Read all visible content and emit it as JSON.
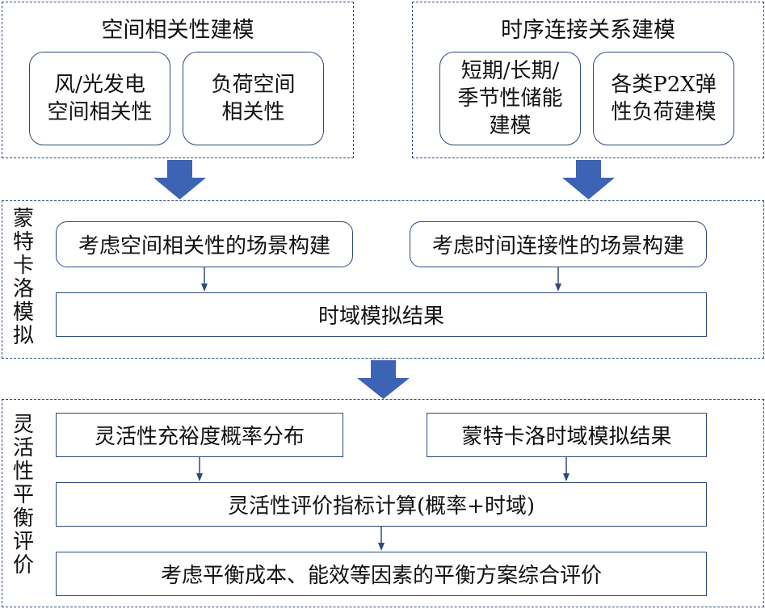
{
  "top_left": {
    "title": "空间相关性建模",
    "boxes": [
      "风/光发电\n空间相关性",
      "负荷空间\n相关性"
    ]
  },
  "top_right": {
    "title": "时序连接关系建模",
    "boxes": [
      "短期/长期/\n季节性储能\n建模",
      "各类P2X弹\n性负荷建模"
    ]
  },
  "monte_carlo": {
    "side_label": "蒙特卡洛模拟",
    "left_box": "考虑空间相关性的场景构建",
    "right_box": "考虑时间连接性的场景构建",
    "result_box": "时域模拟结果"
  },
  "evaluation": {
    "side_label": "灵活性平衡评价",
    "left_box": "灵活性充裕度概率分布",
    "right_box": "蒙特卡洛时域模拟结果",
    "calc_box": "灵活性评价指标计算(概率+时域)",
    "final_box": "考虑平衡成本、能效等因素的平衡方案综合评价"
  },
  "colors": {
    "border": "#2e4a78",
    "big_arrow": "#3d63b5",
    "small_arrow": "#2e4a78"
  }
}
